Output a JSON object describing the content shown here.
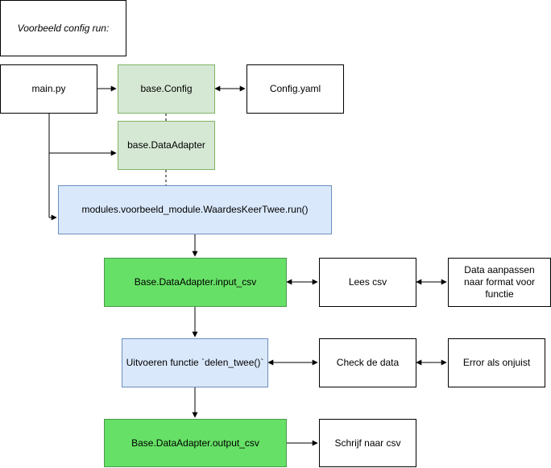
{
  "diagram": {
    "nodes": [
      {
        "id": "title",
        "label": "Voorbeeld config run:",
        "style": "white"
      },
      {
        "id": "main",
        "label": "main.py",
        "style": "white"
      },
      {
        "id": "config",
        "label": "base.Config",
        "style": "sage"
      },
      {
        "id": "yaml",
        "label": "Config.yaml",
        "style": "white"
      },
      {
        "id": "adapter",
        "label": "base.DataAdapter",
        "style": "sage"
      },
      {
        "id": "module",
        "label": "modules.voorbeeld_module.WaardesKeerTwee.run()",
        "style": "blue"
      },
      {
        "id": "input_csv",
        "label": "Base.DataAdapter.input_csv",
        "style": "green"
      },
      {
        "id": "lees",
        "label": "Lees csv",
        "style": "white"
      },
      {
        "id": "aanpassen",
        "label": "Data aanpassen naar format voor functie",
        "style": "white"
      },
      {
        "id": "uitvoeren",
        "label": "Uitvoeren functie `delen_twee()`",
        "style": "blue"
      },
      {
        "id": "check",
        "label": "Check de data",
        "style": "white"
      },
      {
        "id": "error",
        "label": "Error als onjuist",
        "style": "white"
      },
      {
        "id": "output_csv",
        "label": "Base.DataAdapter.output_csv",
        "style": "green"
      },
      {
        "id": "schrijf",
        "label": "Schrijf naar csv",
        "style": "white"
      }
    ],
    "edges": [
      {
        "from": "main",
        "to": "config",
        "kind": "arrow"
      },
      {
        "from": "config",
        "to": "yaml",
        "kind": "bidirectional"
      },
      {
        "from": "main",
        "to": "adapter",
        "kind": "arrow"
      },
      {
        "from": "main",
        "to": "module",
        "kind": "arrow"
      },
      {
        "from": "config",
        "to": "adapter",
        "kind": "dashed"
      },
      {
        "from": "adapter",
        "to": "module",
        "kind": "dashed"
      },
      {
        "from": "module",
        "to": "input_csv",
        "kind": "arrow"
      },
      {
        "from": "input_csv",
        "to": "lees",
        "kind": "bidirectional"
      },
      {
        "from": "lees",
        "to": "aanpassen",
        "kind": "bidirectional"
      },
      {
        "from": "input_csv",
        "to": "uitvoeren",
        "kind": "arrow"
      },
      {
        "from": "uitvoeren",
        "to": "check",
        "kind": "bidirectional"
      },
      {
        "from": "check",
        "to": "error",
        "kind": "bidirectional"
      },
      {
        "from": "uitvoeren",
        "to": "output_csv",
        "kind": "arrow"
      },
      {
        "from": "output_csv",
        "to": "schrijf",
        "kind": "arrow"
      }
    ],
    "colors": {
      "sage_fill": "#d5e8d4",
      "sage_stroke": "#82b366",
      "blue_fill": "#dae8fc",
      "blue_stroke": "#6c8ebf",
      "green_fill": "#66e066",
      "line": "#000000"
    }
  }
}
